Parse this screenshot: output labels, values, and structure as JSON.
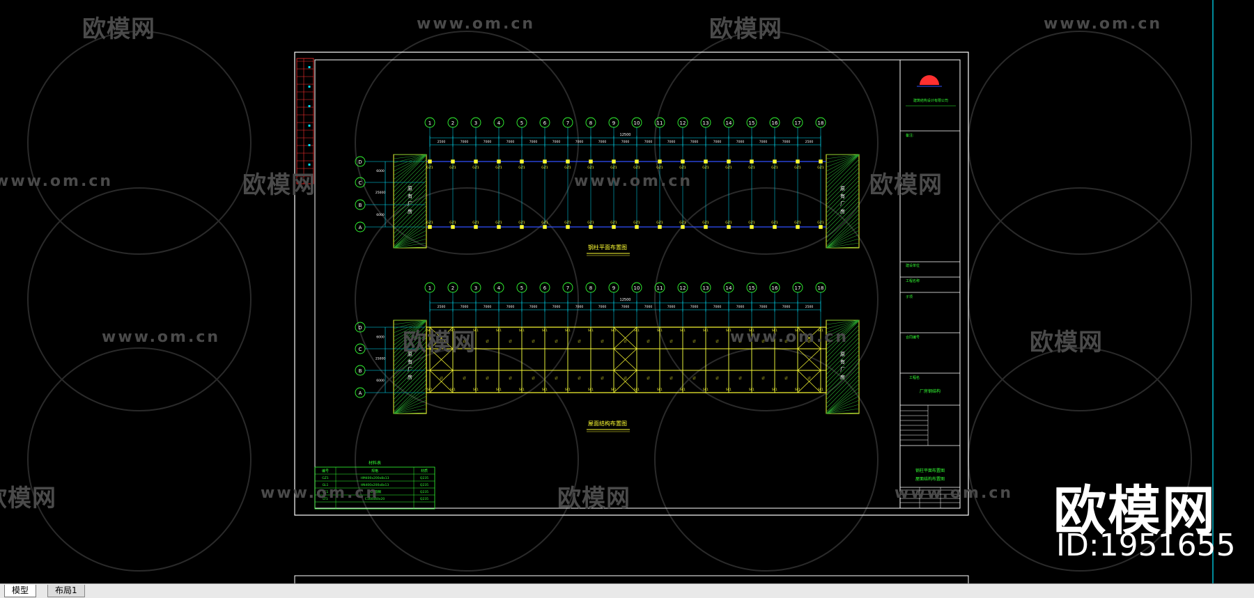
{
  "watermark": {
    "brand": "欧模网",
    "url": "www.om.cn",
    "big_brand": "欧模网",
    "id_text": "ID:1951655"
  },
  "tabs": [
    {
      "label": "模型",
      "active": true
    },
    {
      "label": "布局1",
      "active": false
    }
  ],
  "drawing": {
    "axis_numbers": [
      "1",
      "2",
      "3",
      "4",
      "5",
      "6",
      "7",
      "8",
      "9",
      "10",
      "11",
      "12",
      "13",
      "14",
      "15",
      "16",
      "17",
      "18"
    ],
    "axis_letters": [
      "D",
      "C",
      "B",
      "A"
    ],
    "plan1_title": "钢柱平面布置图",
    "plan2_title": "屋面结构布置图",
    "total_dim": "12500",
    "bay_dims": [
      "2500",
      "7000",
      "7000",
      "7000",
      "7000",
      "7000",
      "7000",
      "7000",
      "7000",
      "7000",
      "7000",
      "7000",
      "7000",
      "7000",
      "7000",
      "7000",
      "2500"
    ],
    "span_dims": [
      "6000",
      "25000",
      "6000"
    ],
    "column_tag": "GZ1",
    "beam_tag": "SC1",
    "purlin_tag": "LT",
    "end_block_text": "原有厂房",
    "material_table": {
      "title": "材料表",
      "headers": [
        "编号",
        "规格",
        "材质"
      ],
      "rows": [
        [
          "GZ1",
          "HM400x200x8x13",
          "Q235"
        ],
        [
          "GL1",
          "HN400x200x8x13",
          "Q235"
        ],
        [
          "SC1",
          "Φ20圆钢",
          "Q235"
        ],
        [
          "LT1",
          "C160x60x20",
          "Q235"
        ]
      ]
    },
    "titleblock": {
      "company": "建筑结构设计有限公司",
      "project": "厂房钢结构",
      "sheet_title_1": "钢柱平面布置图",
      "sheet_title_2": "屋面结构布置图"
    }
  },
  "colors": {
    "frame": "#ffffff",
    "cyan": "#00e5ff",
    "yellow": "#ffff33",
    "green": "#33ff33",
    "red": "#ff3030",
    "blue": "#3050ff"
  }
}
